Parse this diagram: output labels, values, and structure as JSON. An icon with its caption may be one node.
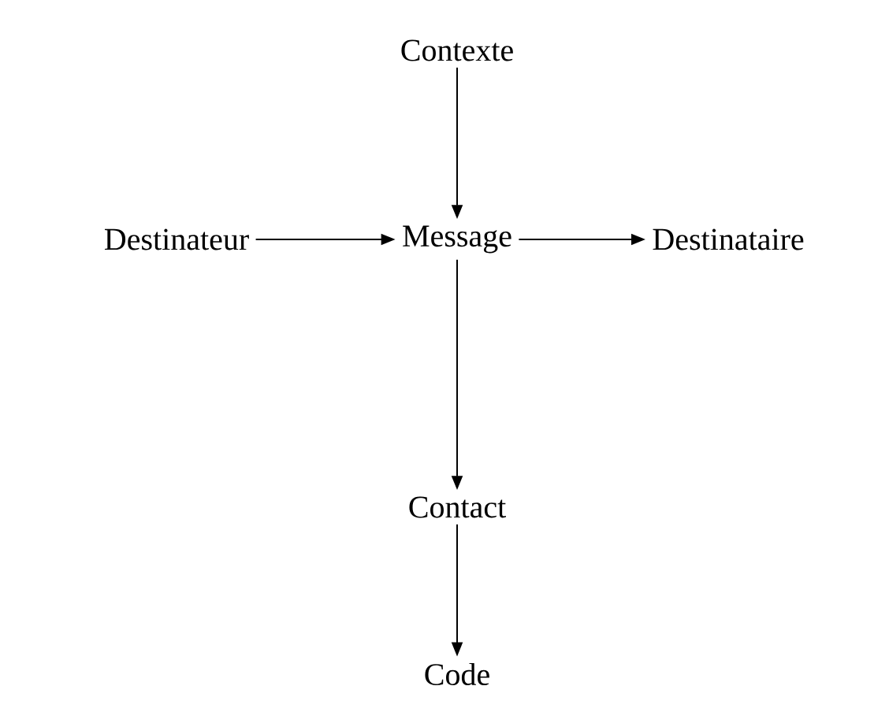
{
  "diagram": {
    "nodes": [
      {
        "text": [
          "Contexte"
        ]
      },
      {
        "text": [
          "Destinateur"
        ]
      },
      {
        "text": [
          "Message"
        ]
      },
      {
        "text": [
          "Destinataire"
        ]
      },
      {
        "text": [
          "Contact"
        ]
      },
      {
        "text": [
          "Code"
        ]
      }
    ],
    "edges": [
      {
        "from": 0,
        "to": 2,
        "arrow": "to"
      },
      {
        "from": 1,
        "to": 2,
        "arrow": "to"
      },
      {
        "from": 2,
        "to": 3,
        "arrow": "to"
      },
      {
        "from": 2,
        "to": 4,
        "arrow": "to"
      },
      {
        "from": 4,
        "to": 5,
        "arrow": "to"
      }
    ]
  }
}
